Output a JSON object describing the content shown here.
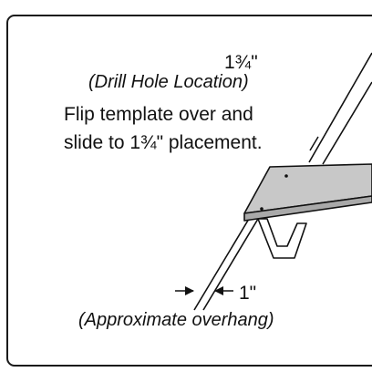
{
  "diagram": {
    "top_dimension": "1¾\"",
    "drill_note": "(Drill Hole Location)",
    "instruction_line1": "Flip template over and",
    "instruction_line2": "slide to 1¾\" placement.",
    "bottom_dimension": "1\"",
    "overhang_note": "(Approximate overhang)"
  },
  "colors": {
    "ink": "#111111",
    "board_top": "#c8c8c8",
    "board_front": "#a9a9a9",
    "frame": "#1a1a1a",
    "background": "#ffffff"
  }
}
